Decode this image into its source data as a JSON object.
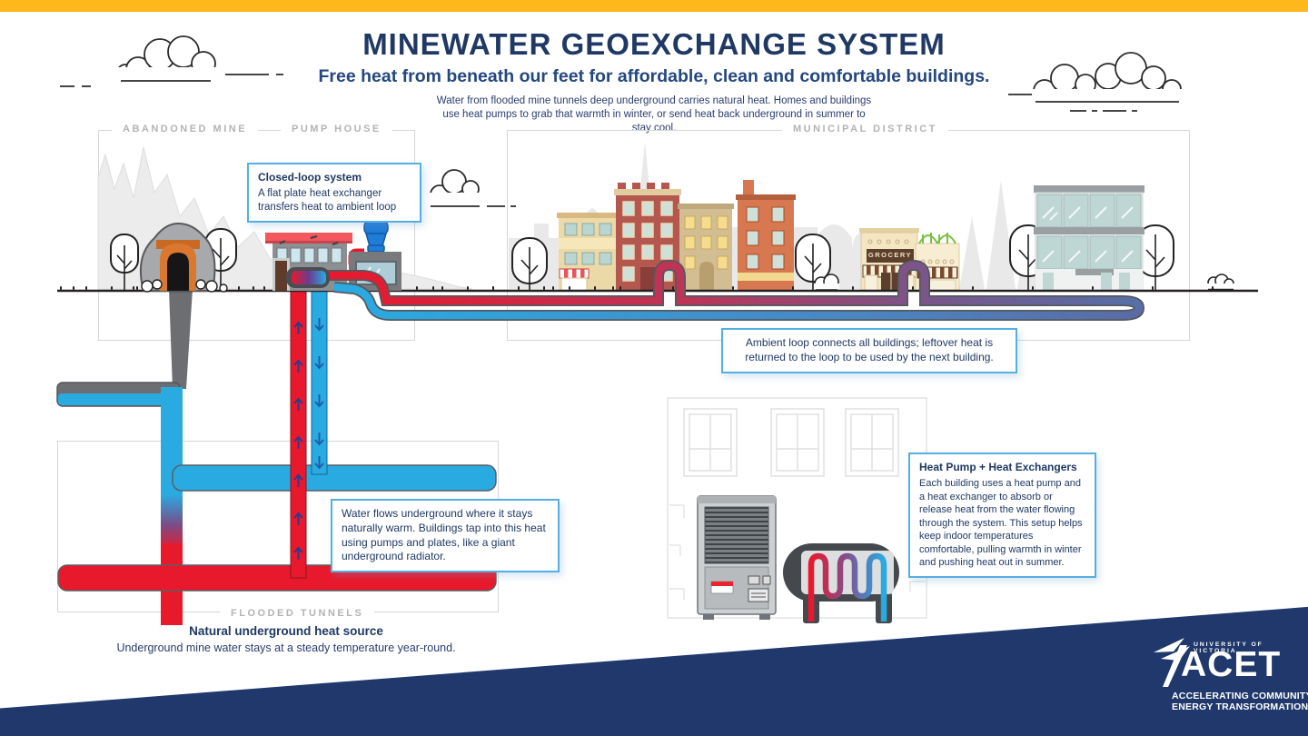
{
  "header": {
    "title": "MINEWATER GEOEXCHANGE SYSTEM",
    "subtitle": "Free heat from beneath our feet for affordable, clean and comfortable buildings.",
    "description": "Water from flooded mine tunnels deep underground carries natural heat. Homes and buildings use heat pumps to grab that warmth in winter, or send heat back underground in summer to stay cool."
  },
  "sections": {
    "abandoned_mine": "ABANDONED MINE",
    "pump_house": "PUMP HOUSE",
    "municipal_district": "MUNICIPAL DISTRICT",
    "flooded_tunnels": "FLOODED TUNNELS"
  },
  "callouts": {
    "closed_loop": {
      "title": "Closed-loop system",
      "body": "A flat plate heat exchanger transfers heat to ambient loop"
    },
    "ambient_loop": {
      "body": "Ambient loop connects all buildings; leftover heat is returned to the loop to be used by the next building."
    },
    "underground_water": {
      "body": "Water flows underground where it stays naturally warm. Buildings tap into this heat using pumps and plates, like a giant underground radiator."
    },
    "heat_pump": {
      "title": "Heat Pump + Heat Exchangers",
      "body": "Each building uses a heat pump and a heat exchanger to absorb or release heat from the water flowing through the system. This setup helps keep indoor temperatures comfortable, pulling warmth in winter and pushing heat out in summer."
    }
  },
  "illustration_labels": {
    "grocery_sign": "GROCERY"
  },
  "footer_caption": {
    "title": "Natural underground heat source",
    "body": "Underground mine water stays at a steady temperature year-round."
  },
  "logo": {
    "university": "UNIVERSITY OF VICTORIA",
    "acronym": "ACET",
    "tagline_line1": "ACCELERATING COMMUNITY",
    "tagline_line2": "ENERGY TRANSFORMATION"
  },
  "colors": {
    "accent_yellow": "#FFB81C",
    "navy_text": "#1F3864",
    "band_navy": "#20386B",
    "pipe_hot_red": "#E8192C",
    "pipe_cold_blue": "#29ABE2",
    "callout_border": "#56AFE2",
    "frame_gray": "#D6D6D6",
    "label_gray": "#B3B3B3"
  }
}
